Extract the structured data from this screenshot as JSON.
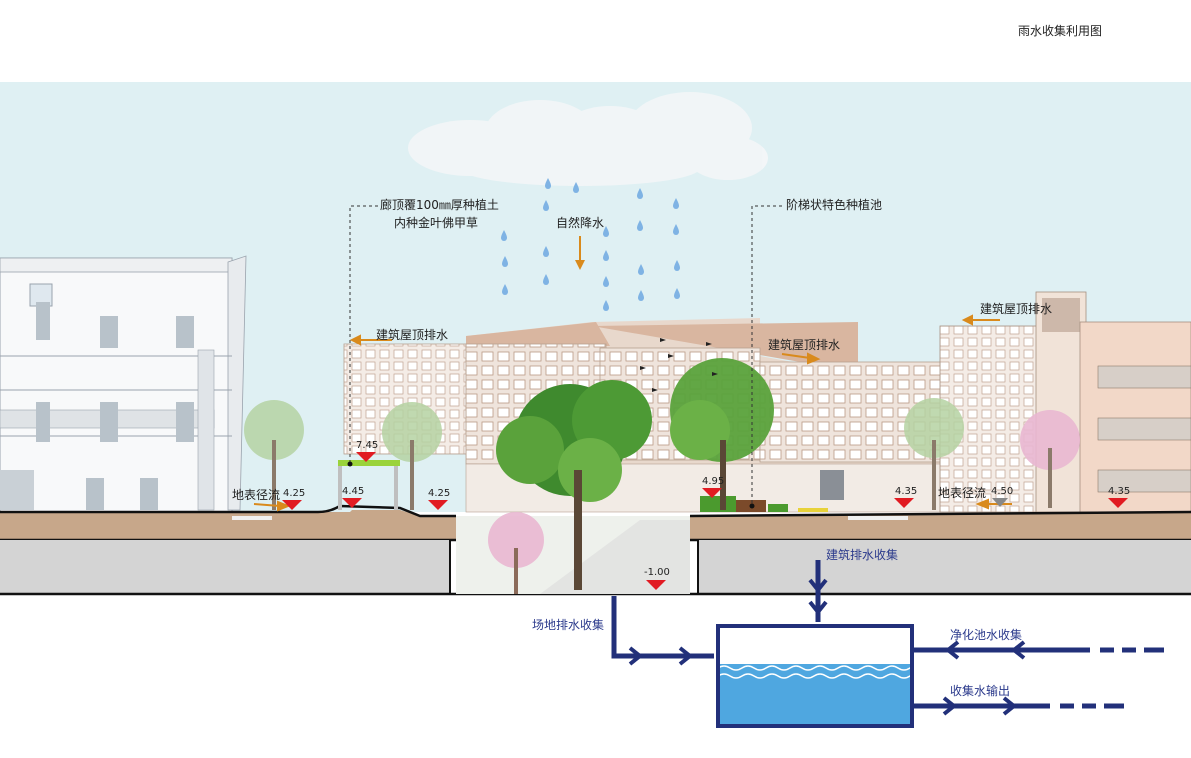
{
  "page_title": "雨水收集利用图",
  "annotations": {
    "corridor_roof_line1": "廊顶覆100㎜厚种植土",
    "corridor_roof_line2": "内种金叶佛甲草",
    "natural_rain": "自然降水",
    "stepped_planter": "阶梯状特色种植池",
    "roof_drain_left": "建筑屋顶排水",
    "roof_drain_mid": "建筑屋顶排水",
    "roof_drain_right": "建筑屋顶排水",
    "surface_runoff_left": "地表径流",
    "surface_runoff_right": "地表径流"
  },
  "elevations": [
    "7.45",
    "4.25",
    "4.45",
    "4.25",
    "4.95",
    "4.35",
    "4.50",
    "4.35",
    "-1.00"
  ],
  "collection": {
    "building_drain": "建筑排水收集",
    "site_drain": "场地排水收集",
    "purification_pool": "净化池水收集",
    "collected_output": "收集水输出"
  },
  "colors": {
    "sky": "#dff0f3",
    "soil": "#c7a78a",
    "basement": "#d4d4d4",
    "pipe_navy": "#22307a",
    "water": "#4fa7e0",
    "arrow_orange": "#d98a1c",
    "marker_red": "#e11b22",
    "roof_green": "#9ad33a"
  }
}
